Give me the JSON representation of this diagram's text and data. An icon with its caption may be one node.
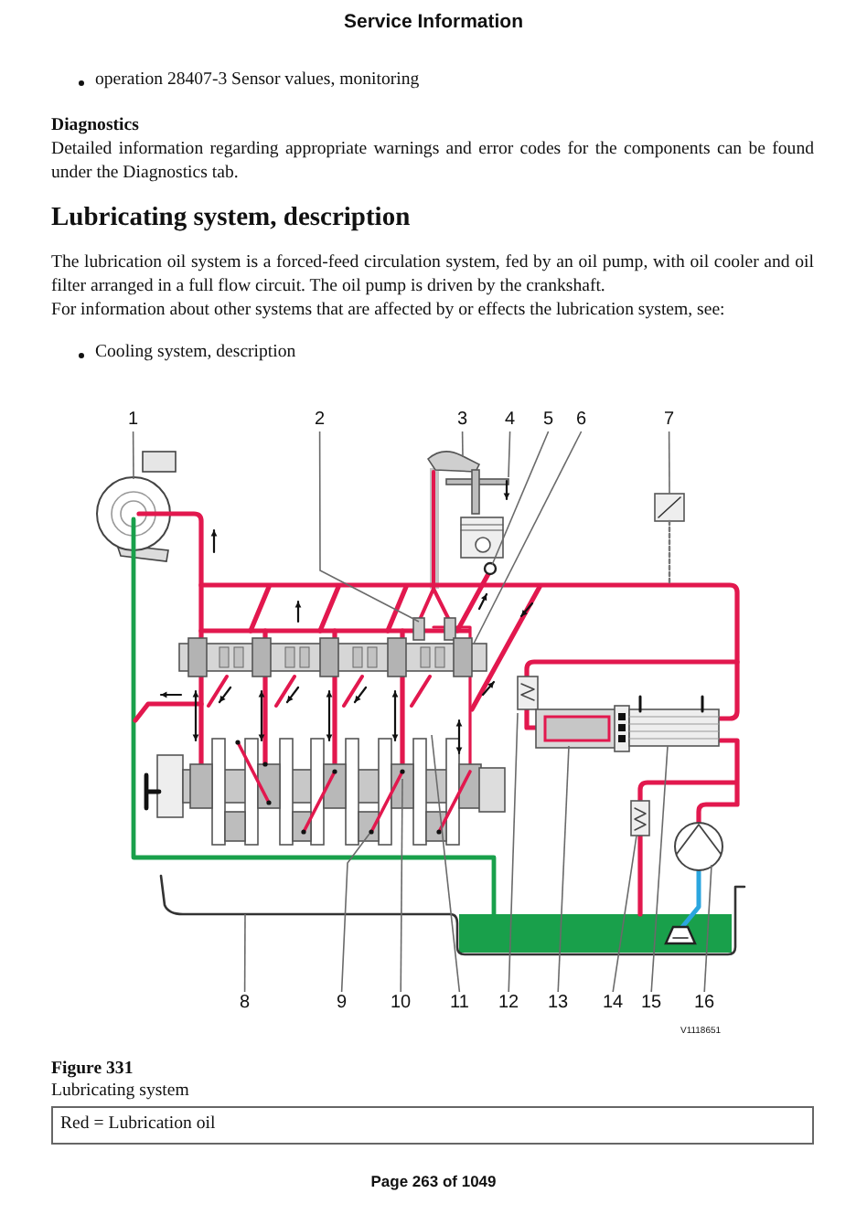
{
  "diagram": {
    "title": "Lubricating system, description",
    "caption": "Lubricating system",
    "nodes": [
      {
        "text": [
          "1"
        ]
      },
      {
        "text": [
          "2"
        ]
      },
      {
        "text": [
          "3"
        ]
      },
      {
        "text": [
          "4"
        ]
      },
      {
        "text": [
          "5"
        ]
      },
      {
        "text": [
          "6"
        ]
      },
      {
        "text": [
          "7"
        ]
      },
      {
        "text": [
          "8"
        ]
      },
      {
        "text": [
          "9"
        ]
      },
      {
        "text": [
          "10"
        ]
      },
      {
        "text": [
          "11"
        ]
      },
      {
        "text": [
          "12"
        ]
      },
      {
        "text": [
          "13"
        ]
      },
      {
        "text": [
          "14"
        ]
      },
      {
        "text": [
          "15"
        ]
      },
      {
        "text": [
          "16"
        ]
      }
    ],
    "edges": [
      {
        "from": 0,
        "to": null,
        "arrow": "none"
      },
      {
        "from": 1,
        "to": null,
        "arrow": "none"
      },
      {
        "from": 2,
        "to": null,
        "arrow": "none"
      },
      {
        "from": 3,
        "to": null,
        "arrow": "none"
      },
      {
        "from": 4,
        "to": null,
        "arrow": "none"
      },
      {
        "from": 5,
        "to": null,
        "arrow": "none"
      },
      {
        "from": 6,
        "to": null,
        "arrow": "none"
      },
      {
        "from": 7,
        "to": null,
        "arrow": "none"
      },
      {
        "from": 8,
        "to": null,
        "arrow": "none"
      },
      {
        "from": 9,
        "to": null,
        "arrow": "none"
      },
      {
        "from": 10,
        "to": null,
        "arrow": "none"
      },
      {
        "from": 11,
        "to": null,
        "arrow": "none"
      },
      {
        "from": 12,
        "to": null,
        "arrow": "none"
      },
      {
        "from": 13,
        "to": null,
        "arrow": "none"
      },
      {
        "from": 14,
        "to": null,
        "arrow": "none"
      },
      {
        "from": 15,
        "to": null,
        "arrow": "none"
      }
    ],
    "labels": [
      "Service Information",
      "operation 28407-3 Sensor values, monitoring",
      "Diagnostics",
      "Detailed information regarding appropriate warnings and error codes for the components can be found under the Diagnostics tab.",
      "The lubrication oil system is a forced-feed circulation system, fed by an oil pump, with oil cooler and oil filter arranged in a full flow circuit. The oil pump is driven by the crankshaft.",
      "For information about other systems that are affected by or effects the lubrication system, see:",
      "Cooling system, description",
      "V1118651",
      "Figure 331",
      "Red = Lubrication oil",
      "Page 263 of 1049"
    ]
  }
}
